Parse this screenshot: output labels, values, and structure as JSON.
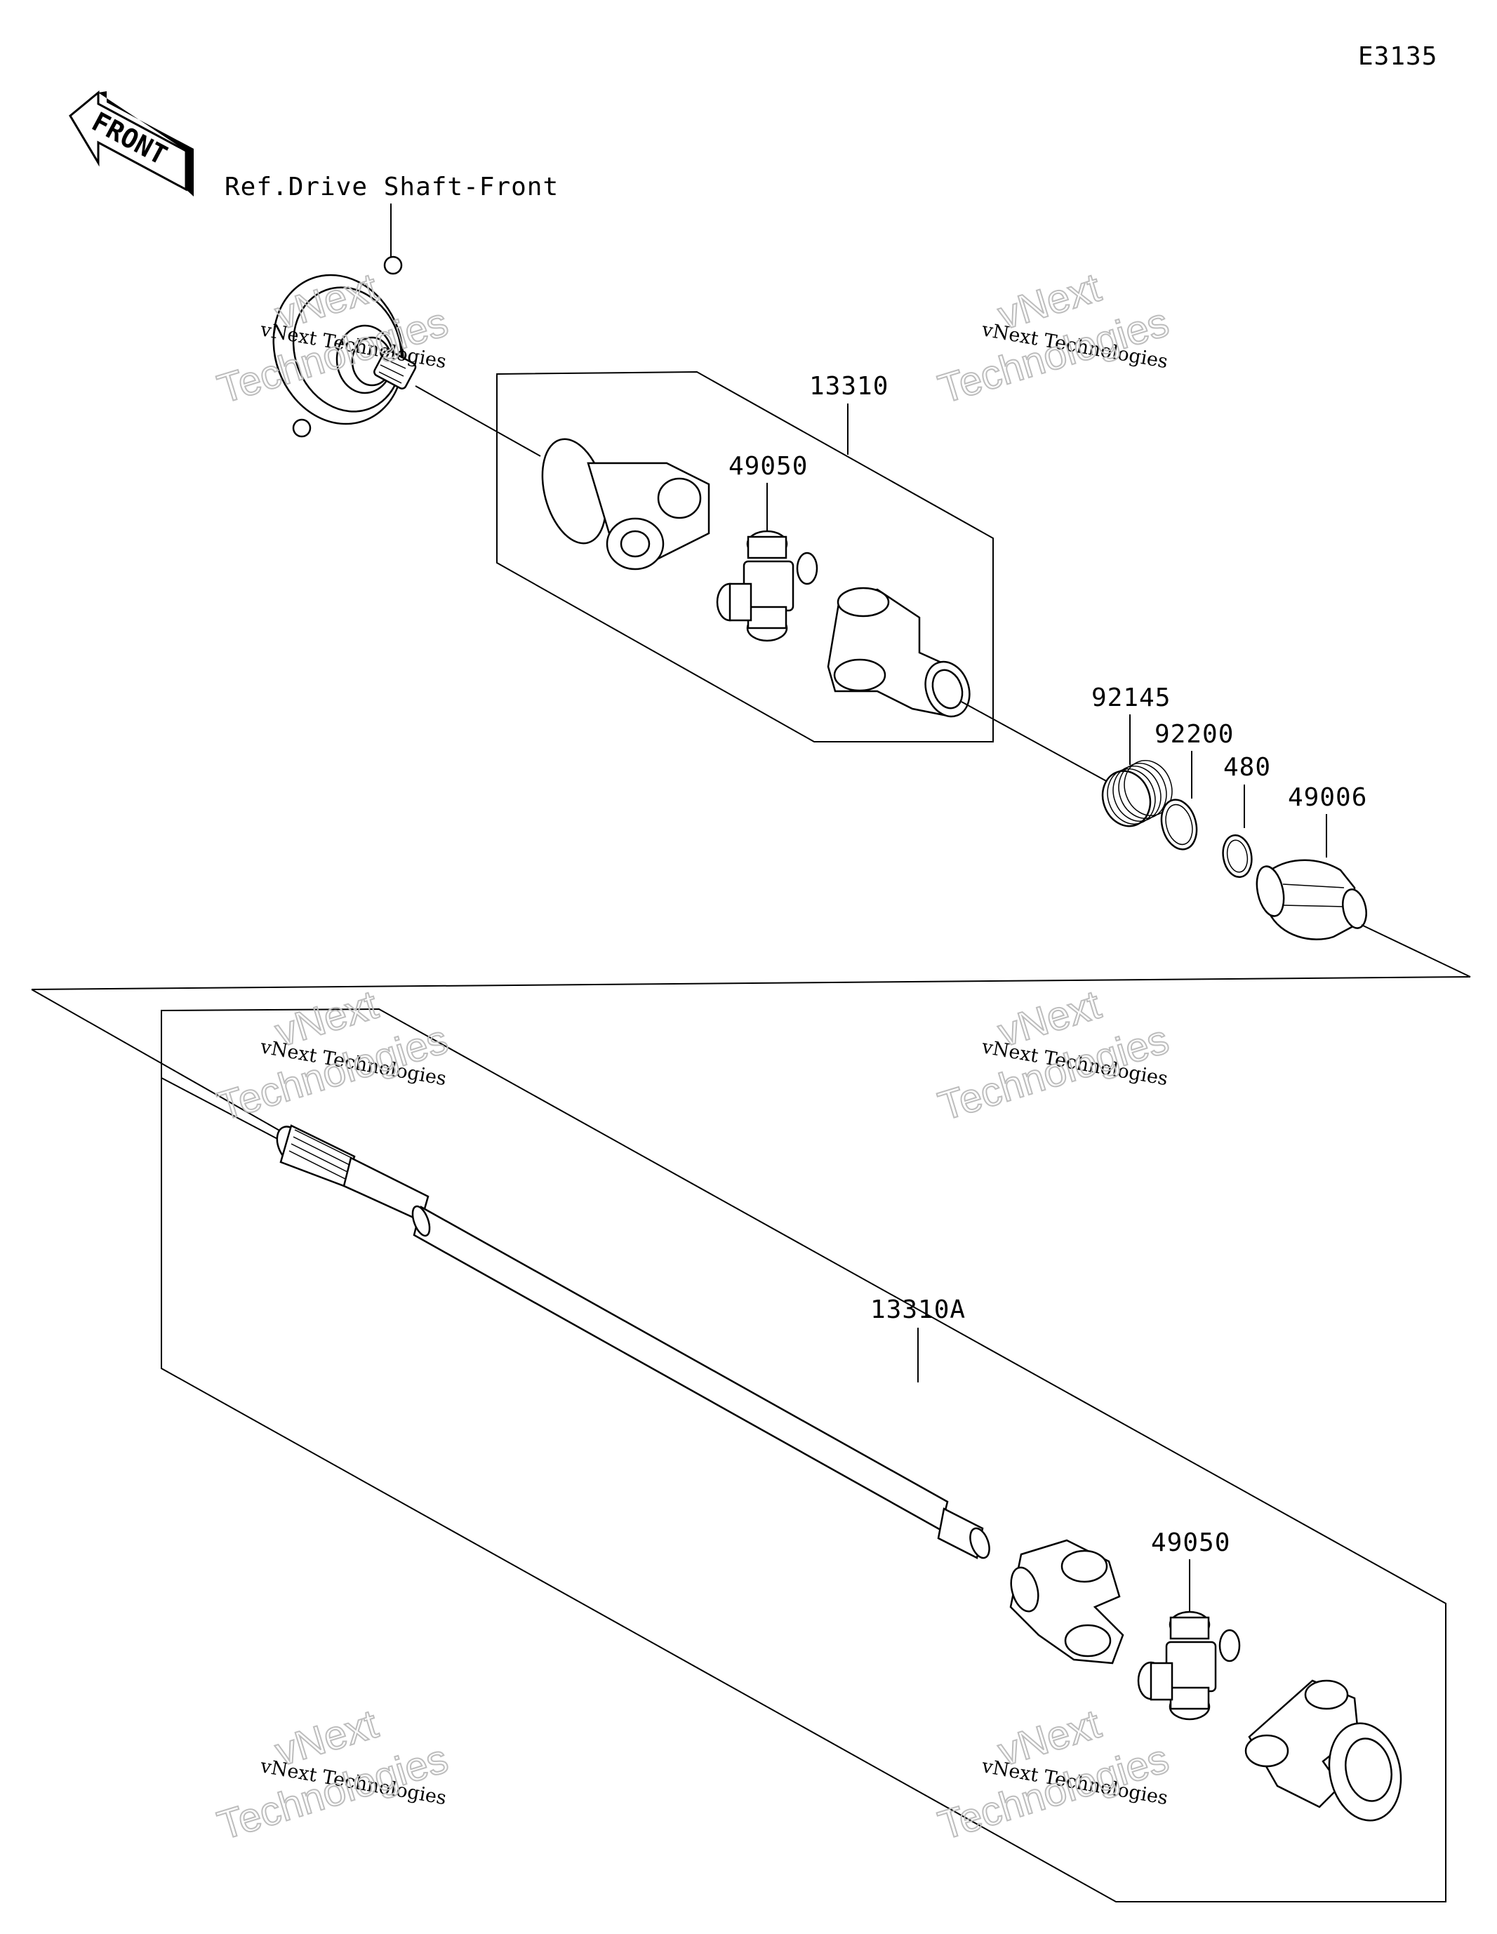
{
  "diagram_code": "E3135",
  "front_arrow": {
    "label": "FRONT",
    "icon": "front-direction-arrow-icon"
  },
  "reference_label": "Ref.Drive Shaft-Front",
  "parts": {
    "p13310": "13310",
    "p49050_top": "49050",
    "p92145": "92145",
    "p92200": "92200",
    "p480": "480",
    "p49006": "49006",
    "p13310A": "13310A",
    "p49050_bottom": "49050"
  },
  "watermarks": [
    {
      "line1": "vNext Technologies",
      "line2": "vNext",
      "line3": "Technologies"
    },
    {
      "line1": "vNext Technologies",
      "line2": "vNext",
      "line3": "Technologies"
    },
    {
      "line1": "vNext Technologies",
      "line2": "vNext",
      "line3": "Technologies"
    },
    {
      "line1": "vNext Technologies",
      "line2": "vNext",
      "line3": "Technologies"
    },
    {
      "line1": "vNext Technologies",
      "line2": "vNext",
      "line3": "Technologies"
    },
    {
      "line1": "vNext Technologies",
      "line2": "vNext",
      "line3": "Technologies"
    }
  ]
}
